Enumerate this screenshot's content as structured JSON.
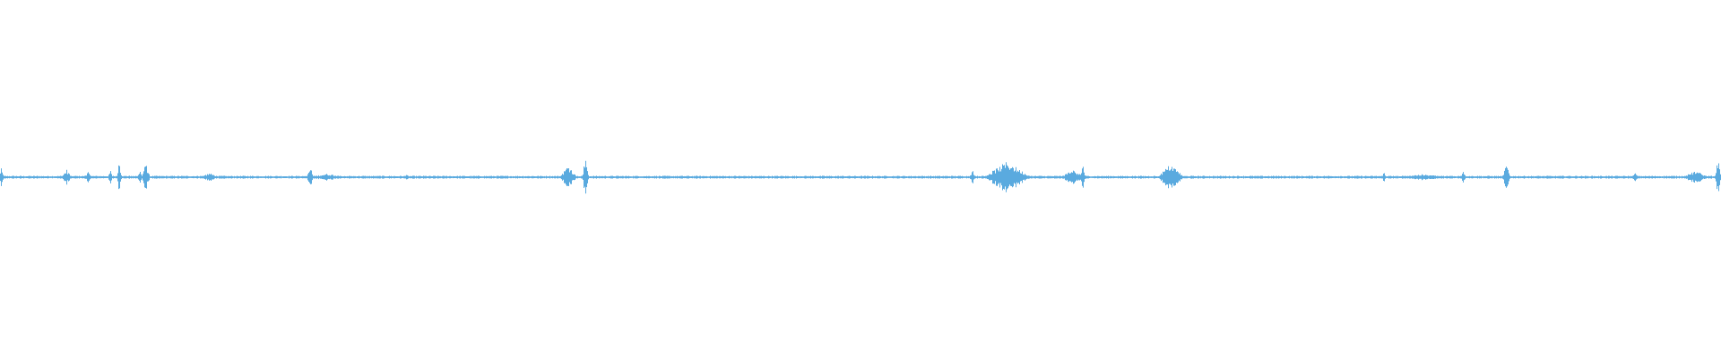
{
  "waveform": {
    "color": "#5aaadf",
    "background": "#ffffff",
    "baseline_amplitude": 0.004,
    "bursts": [
      {
        "pos": 0.0005,
        "width": 0.0015,
        "amp": 0.025
      },
      {
        "pos": 0.0385,
        "width": 0.003,
        "amp": 0.022
      },
      {
        "pos": 0.051,
        "width": 0.0025,
        "amp": 0.016
      },
      {
        "pos": 0.064,
        "width": 0.0015,
        "amp": 0.02
      },
      {
        "pos": 0.069,
        "width": 0.0015,
        "amp": 0.045
      },
      {
        "pos": 0.081,
        "width": 0.0015,
        "amp": 0.025
      },
      {
        "pos": 0.0845,
        "width": 0.0025,
        "amp": 0.04
      },
      {
        "pos": 0.1215,
        "width": 0.006,
        "amp": 0.012
      },
      {
        "pos": 0.18,
        "width": 0.002,
        "amp": 0.03
      },
      {
        "pos": 0.19,
        "width": 0.012,
        "amp": 0.01
      },
      {
        "pos": 0.236,
        "width": 0.001,
        "amp": 0.01
      },
      {
        "pos": 0.33,
        "width": 0.005,
        "amp": 0.035
      },
      {
        "pos": 0.34,
        "width": 0.002,
        "amp": 0.06
      },
      {
        "pos": 0.565,
        "width": 0.002,
        "amp": 0.02
      },
      {
        "pos": 0.585,
        "width": 0.014,
        "amp": 0.045
      },
      {
        "pos": 0.623,
        "width": 0.007,
        "amp": 0.022
      },
      {
        "pos": 0.629,
        "width": 0.0015,
        "amp": 0.04
      },
      {
        "pos": 0.68,
        "width": 0.008,
        "amp": 0.038
      },
      {
        "pos": 0.804,
        "width": 0.001,
        "amp": 0.018
      },
      {
        "pos": 0.826,
        "width": 0.02,
        "amp": 0.008
      },
      {
        "pos": 0.85,
        "width": 0.0015,
        "amp": 0.02
      },
      {
        "pos": 0.875,
        "width": 0.0025,
        "amp": 0.035
      },
      {
        "pos": 0.95,
        "width": 0.002,
        "amp": 0.012
      },
      {
        "pos": 0.985,
        "width": 0.008,
        "amp": 0.018
      },
      {
        "pos": 0.998,
        "width": 0.002,
        "amp": 0.05
      }
    ]
  }
}
